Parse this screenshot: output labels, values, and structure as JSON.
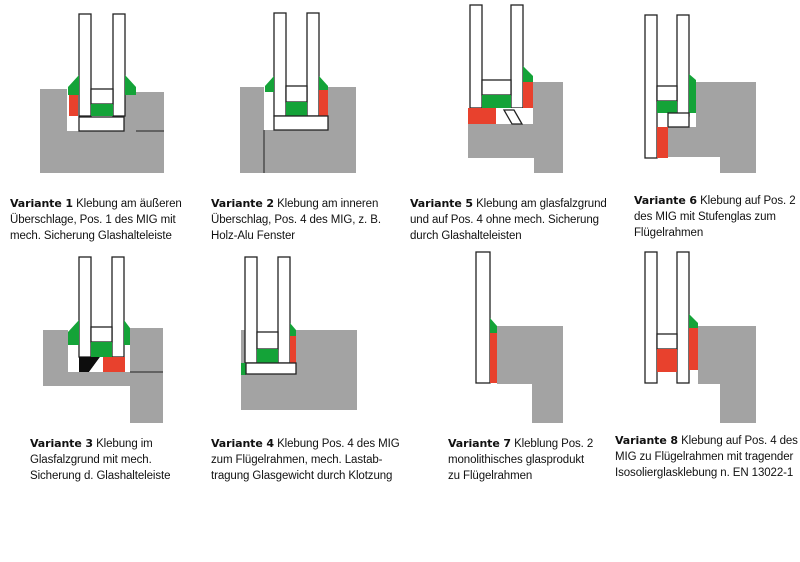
{
  "colors": {
    "frame_gray": "#a3a3a3",
    "adhesive_green": "#14a338",
    "adhesive_red": "#e8412d",
    "setting_block_black": "#0d0d0d",
    "glass_stroke": "#222222",
    "caption_text": "#111111"
  },
  "variants": [
    {
      "id": "v1",
      "title": "Variante 1",
      "lines": [
        "Klebung am äußeren",
        "Überschlage, Pos. 1 des MIG mit",
        "mech. Sicherung Glashalteleiste"
      ]
    },
    {
      "id": "v2",
      "title": "Variante 2",
      "lines": [
        "Klebung am inneren",
        "Überschlag, Pos. 4 des MIG, z. B.",
        "Holz-Alu Fenster"
      ]
    },
    {
      "id": "v5",
      "title": "Variante 5",
      "lines": [
        "Klebung am glasfalzgrund",
        "und auf Pos. 4 ohne mech. Sicherung",
        "durch Glashalteleisten"
      ]
    },
    {
      "id": "v6",
      "title": "Variante 6",
      "lines": [
        "Klebung auf Pos. 2",
        "des MIG mit Stufenglas zum",
        "Flügelrahmen"
      ]
    },
    {
      "id": "v3",
      "title": "Variante 3",
      "lines": [
        "Klebung im",
        "Glasfalzgrund mit mech.",
        "Sicherung d. Glashalteleiste"
      ]
    },
    {
      "id": "v4",
      "title": "Variante 4",
      "lines": [
        "Klebung Pos. 4 des MIG",
        "zum Flügelrahmen, mech. Lastab-",
        "tragung Glasgewicht durch Klotzung"
      ]
    },
    {
      "id": "v7",
      "title": "Variante 7",
      "lines": [
        "Kleblung Pos. 2",
        "monolithisches glasprodukt",
        "zu Flügelrahmen"
      ]
    },
    {
      "id": "v8",
      "title": "Variante 8",
      "lines": [
        "Klebung auf Pos. 4 des",
        "MIG zu Flügelrahmen mit tragender",
        "Isosolierglasklebung n. EN 13022-1"
      ]
    }
  ]
}
